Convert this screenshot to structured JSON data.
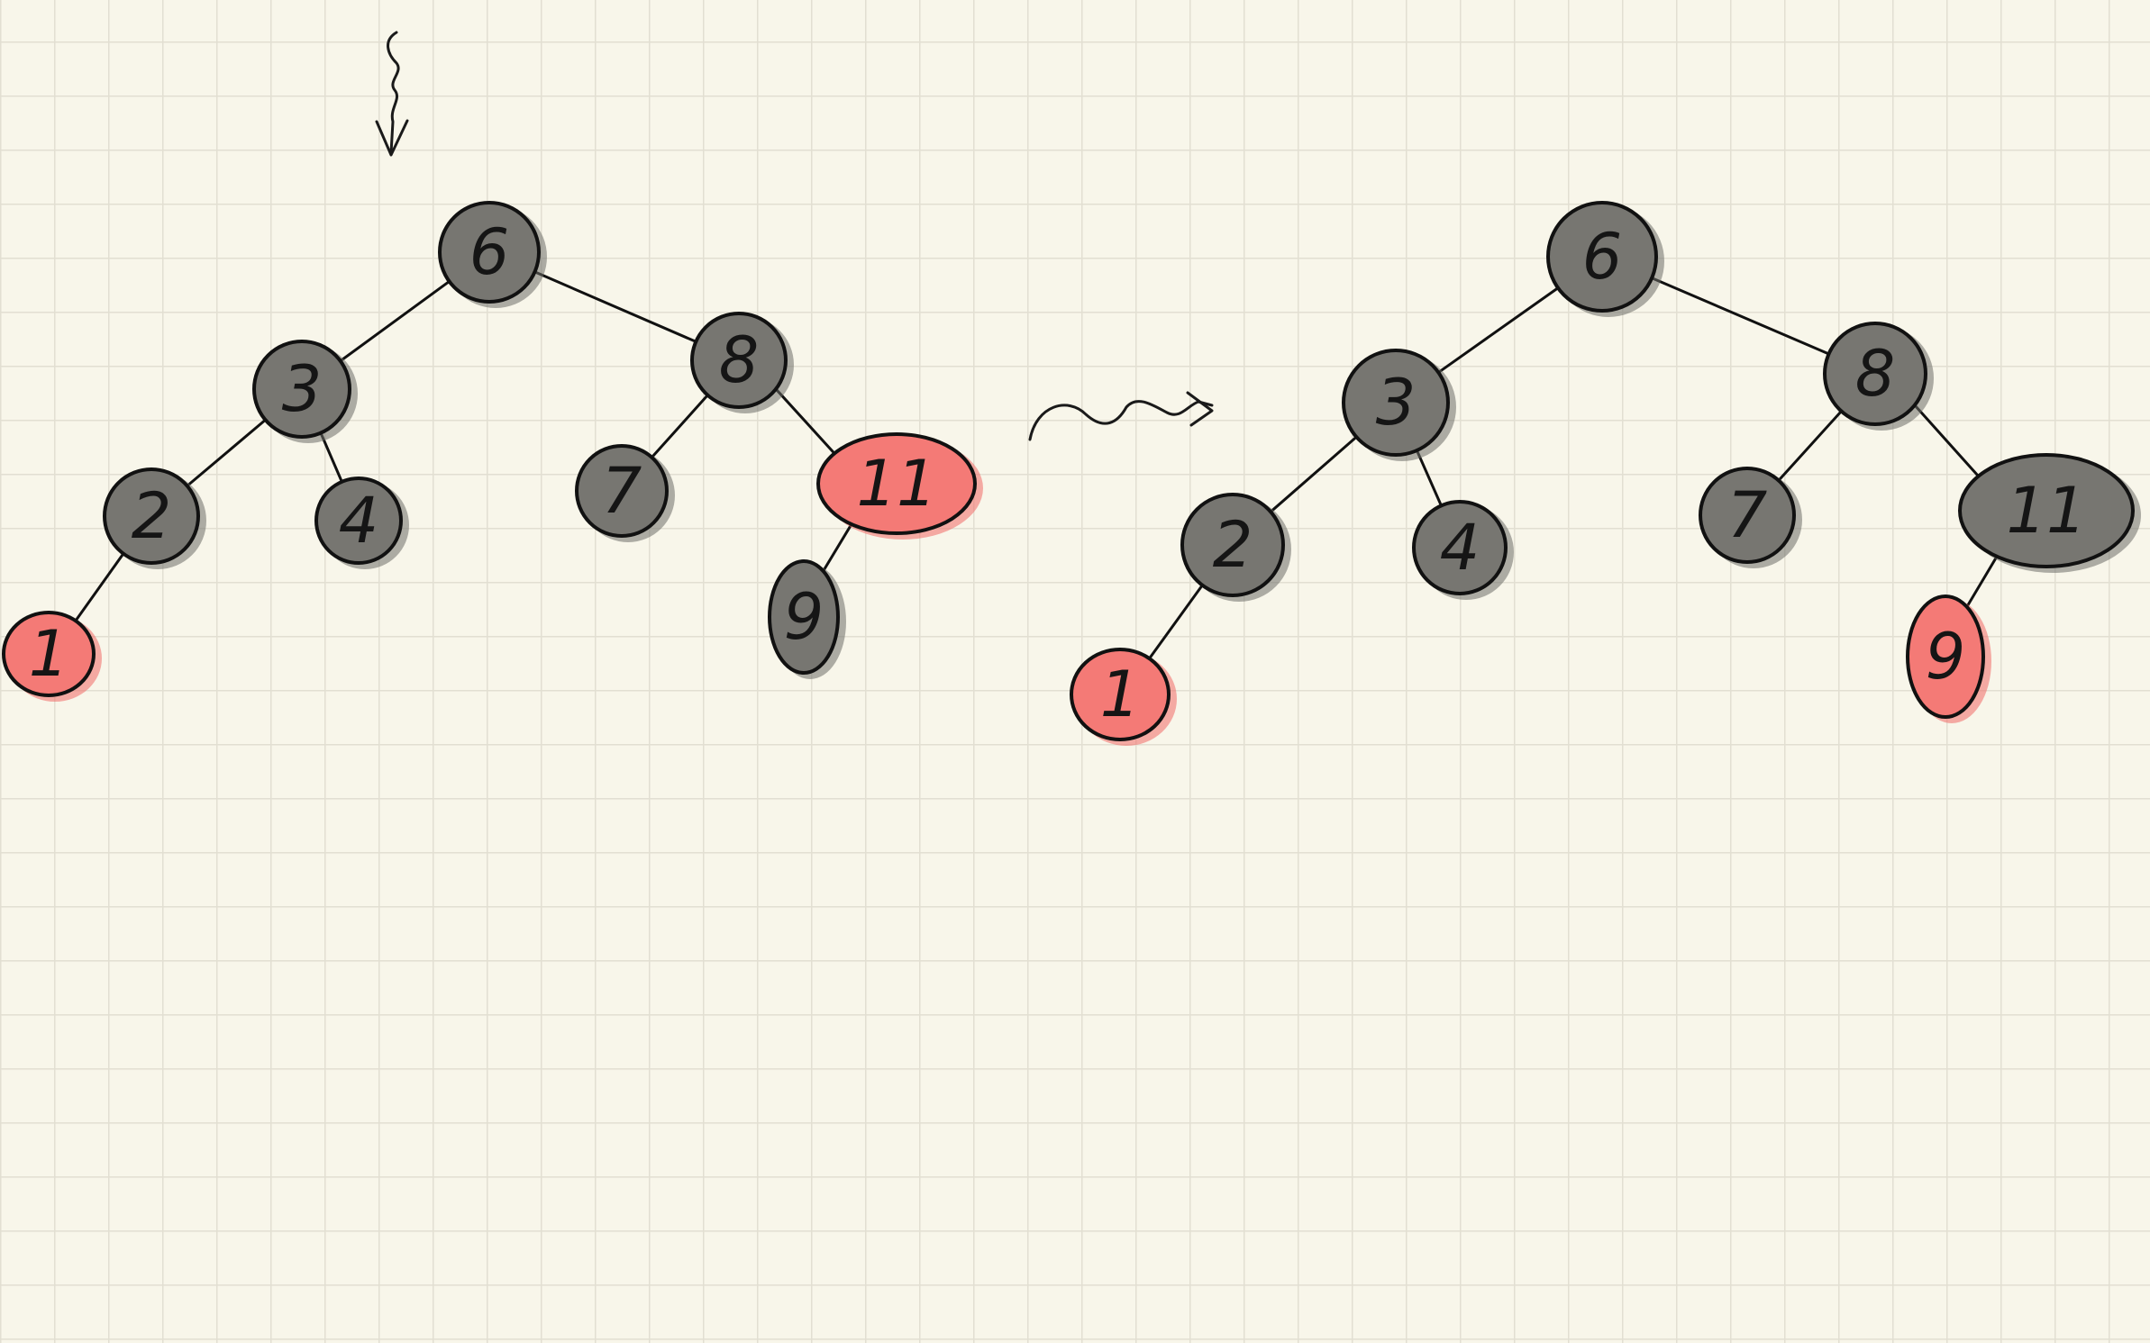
{
  "tree_before": {
    "nodes": [
      {
        "id": "n6",
        "label": "6",
        "color": "black"
      },
      {
        "id": "n3",
        "label": "3",
        "color": "black"
      },
      {
        "id": "n8",
        "label": "8",
        "color": "black"
      },
      {
        "id": "n2",
        "label": "2",
        "color": "black"
      },
      {
        "id": "n4",
        "label": "4",
        "color": "black"
      },
      {
        "id": "n7",
        "label": "7",
        "color": "black"
      },
      {
        "id": "n11",
        "label": "11",
        "color": "red"
      },
      {
        "id": "n9",
        "label": "9",
        "color": "black"
      },
      {
        "id": "n1",
        "label": "1",
        "color": "red"
      }
    ],
    "edges": [
      [
        "n6",
        "n3"
      ],
      [
        "n6",
        "n8"
      ],
      [
        "n3",
        "n2"
      ],
      [
        "n3",
        "n4"
      ],
      [
        "n2",
        "n1"
      ],
      [
        "n8",
        "n7"
      ],
      [
        "n8",
        "n11"
      ],
      [
        "n11",
        "n9"
      ]
    ]
  },
  "tree_after": {
    "nodes": [
      {
        "id": "m6",
        "label": "6",
        "color": "black"
      },
      {
        "id": "m3",
        "label": "3",
        "color": "black"
      },
      {
        "id": "m8",
        "label": "8",
        "color": "black"
      },
      {
        "id": "m2",
        "label": "2",
        "color": "black"
      },
      {
        "id": "m4",
        "label": "4",
        "color": "black"
      },
      {
        "id": "m7",
        "label": "7",
        "color": "black"
      },
      {
        "id": "m11",
        "label": "11",
        "color": "black"
      },
      {
        "id": "m9",
        "label": "9",
        "color": "red"
      },
      {
        "id": "m1",
        "label": "1",
        "color": "red"
      }
    ],
    "edges": [
      [
        "m6",
        "m3"
      ],
      [
        "m6",
        "m8"
      ],
      [
        "m3",
        "m2"
      ],
      [
        "m3",
        "m4"
      ],
      [
        "m2",
        "m1"
      ],
      [
        "m8",
        "m7"
      ],
      [
        "m8",
        "m11"
      ],
      [
        "m11",
        "m9"
      ]
    ]
  },
  "colors": {
    "black": "#777671",
    "red": "#f47a76",
    "paper": "#f8f6ea",
    "grid": "#e2dfd2"
  },
  "annotations": {
    "pointer_icon": "squiggly-down-arrow-icon",
    "transform_icon": "squiggly-right-arrow-icon"
  }
}
